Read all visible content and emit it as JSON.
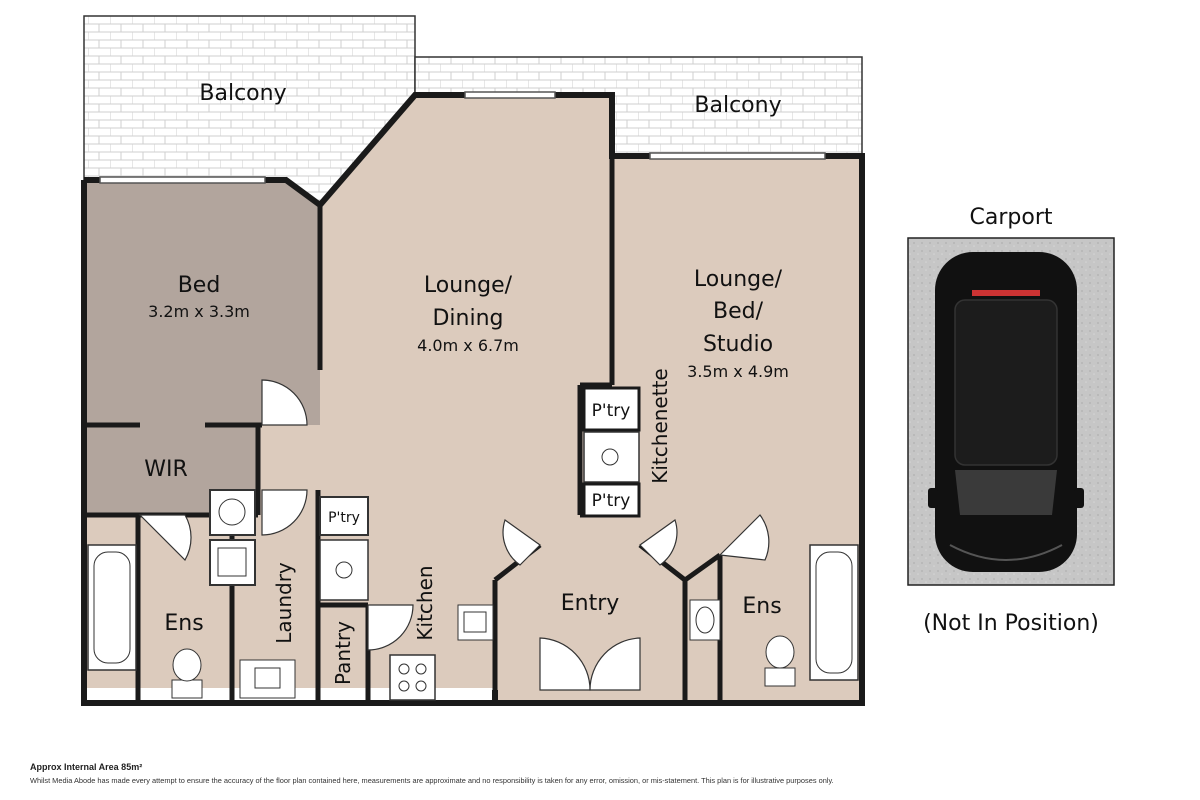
{
  "rooms": {
    "balcony_left": {
      "label": "Balcony"
    },
    "balcony_right": {
      "label": "Balcony"
    },
    "bed": {
      "label": "Bed",
      "dims": "3.2m x 3.3m"
    },
    "wir": {
      "label": "WIR"
    },
    "lounge_dining": {
      "label_line1": "Lounge/",
      "label_line2": "Dining",
      "dims": "4.0m x 6.7m"
    },
    "lounge_bed_studio": {
      "label_line1": "Lounge/",
      "label_line2": "Bed/",
      "label_line3": "Studio",
      "dims": "3.5m x 4.9m"
    },
    "kitchenette": {
      "label": "Kitchenette"
    },
    "ptry_upper": {
      "label": "P'try"
    },
    "ptry_lower": {
      "label": "P'try"
    },
    "ptry_kitchen": {
      "label": "P'try"
    },
    "laundry": {
      "label": "Laundry"
    },
    "pantry": {
      "label": "Pantry"
    },
    "kitchen": {
      "label": "Kitchen"
    },
    "entry": {
      "label": "Entry"
    },
    "ens_left": {
      "label": "Ens"
    },
    "ens_right": {
      "label": "Ens"
    }
  },
  "carport": {
    "title": "Carport",
    "note": "(Not In Position)"
  },
  "footer": {
    "area": "Approx Internal Area 85m²",
    "disclaimer": "Whilst Media Abode has made every attempt to ensure the accuracy of the floor plan contained here, measurements are approximate and no responsibility is taken for any error, omission, or mis-statement. This plan is for illustrative purposes only."
  },
  "colors": {
    "floor": "#dccbbd",
    "bedroom": "#b2a59d",
    "wall": "#1a1a1a",
    "balcony": "#ffffff",
    "carport_bg": "#c9c9c9"
  }
}
